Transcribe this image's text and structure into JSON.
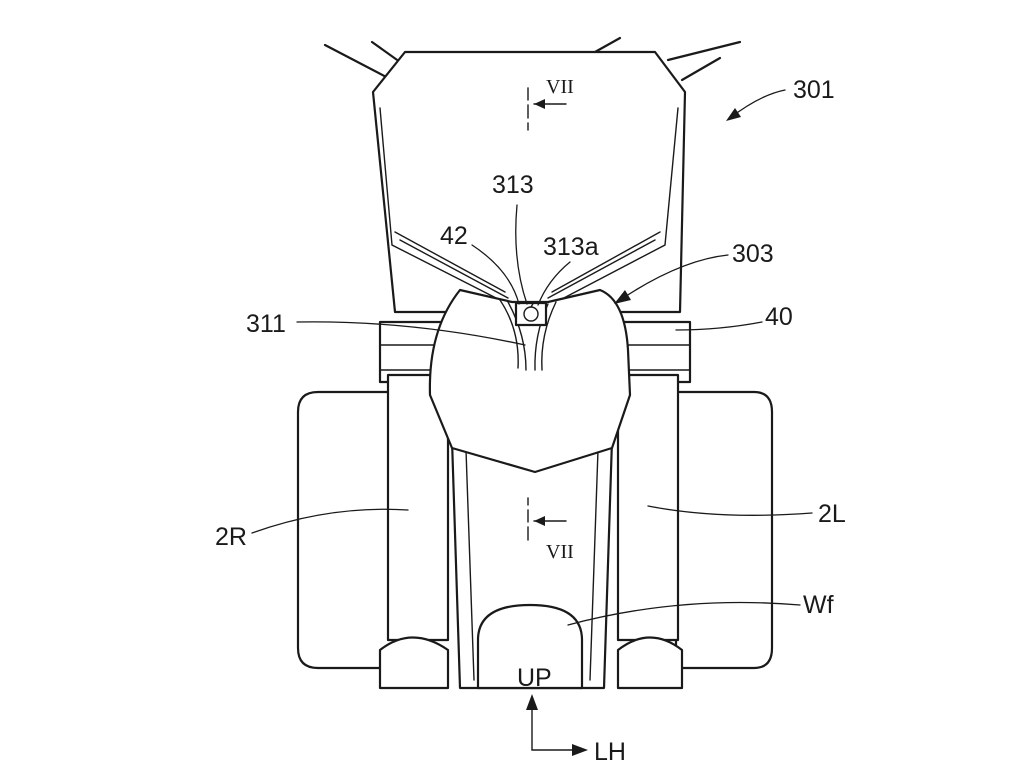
{
  "figure": {
    "reference_labels": {
      "assembly": "301",
      "unit": "303",
      "part_313": "313",
      "part_313a": "313a",
      "part_42": "42",
      "part_311": "311",
      "part_40": "40",
      "fork_right": "2R",
      "fork_left": "2L",
      "wheel": "Wf"
    },
    "section_marks": {
      "top": "VII",
      "bottom": "VII"
    },
    "direction_indicator": {
      "vertical": "UP",
      "horizontal": "LH"
    }
  }
}
